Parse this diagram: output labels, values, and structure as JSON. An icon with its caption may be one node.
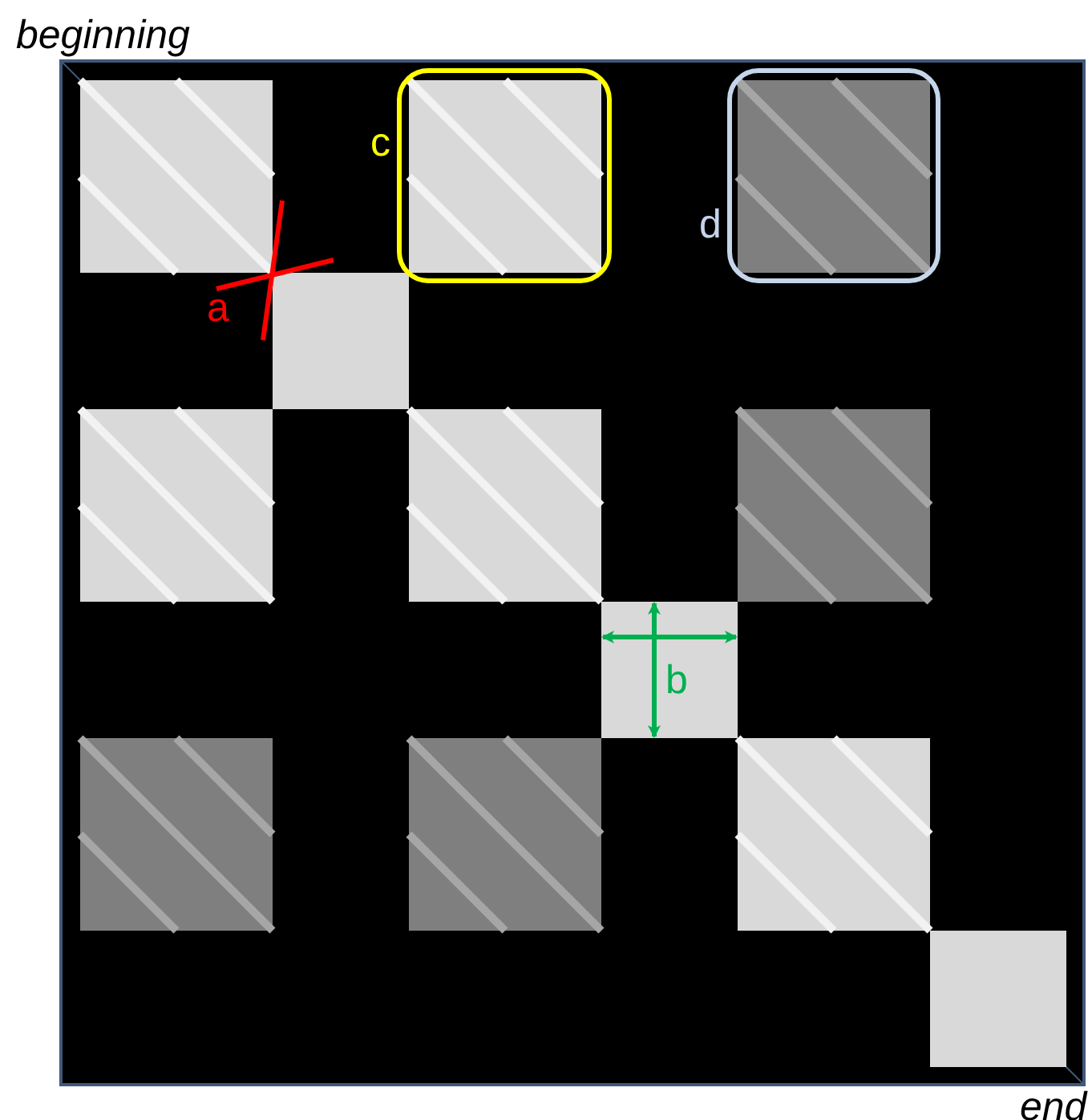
{
  "diagram": {
    "labels": [
      "beginning",
      "c",
      "d",
      "a",
      "b",
      "end"
    ]
  }
}
